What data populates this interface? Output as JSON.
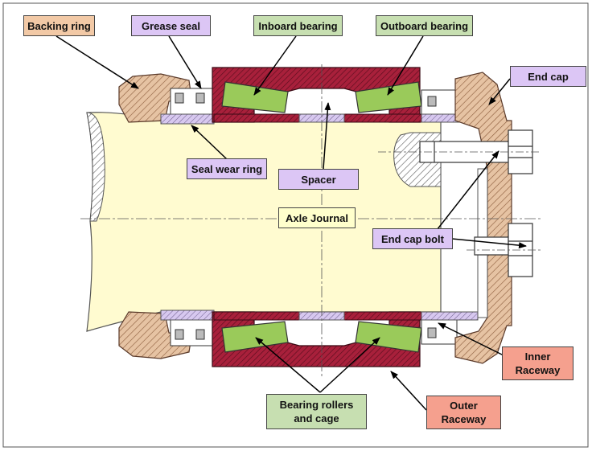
{
  "labels": {
    "backing_ring": "Backing ring",
    "grease_seal": "Grease seal",
    "inboard_bearing": "Inboard bearing",
    "outboard_bearing": "Outboard bearing",
    "end_cap": "End cap",
    "seal_wear_ring": "Seal wear ring",
    "spacer": "Spacer",
    "axle_journal": "Axle Journal",
    "end_cap_bolt": "End cap bolt",
    "inner_raceway": "Inner\nRaceway",
    "bearing_rollers_cage": "Bearing rollers\nand cage",
    "outer_raceway": "Outer\nRaceway"
  },
  "colors": {
    "tan": "#f2c9a6",
    "lavender": "#dcc6f5",
    "green": "#c7dfb1",
    "yellow": "#ffffcc",
    "salmon": "#f5a08e",
    "journal": "#fffbd0",
    "outer_raceway_fill": "#a8203b",
    "bearing_body": "#e6c3a3",
    "roller": "#9aca5a"
  }
}
